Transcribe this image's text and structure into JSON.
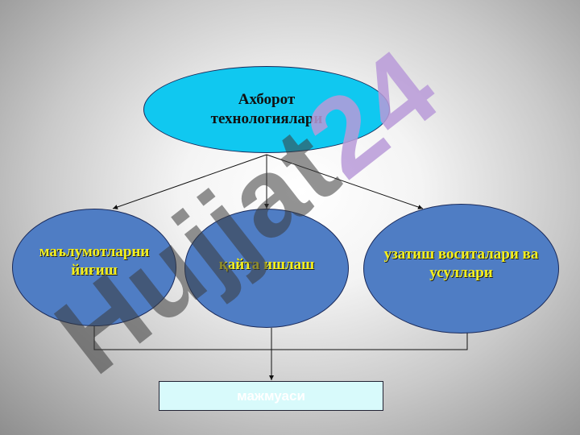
{
  "diagram": {
    "root": {
      "label": "Ахборот технологиялари"
    },
    "children": [
      {
        "label": "маълумотларни йиғиш"
      },
      {
        "label": "қайта ишлаш"
      },
      {
        "label": "узатиш воситалари ва усуллари"
      }
    ],
    "result": {
      "label": "мажмуаси"
    }
  },
  "watermark": {
    "text": "Hujjat24"
  },
  "colors": {
    "root_fill": "#10c8f0",
    "child_fill": "#4f7dc4",
    "child_text": "#f4ef1c",
    "result_fill": "#d8fafb"
  }
}
